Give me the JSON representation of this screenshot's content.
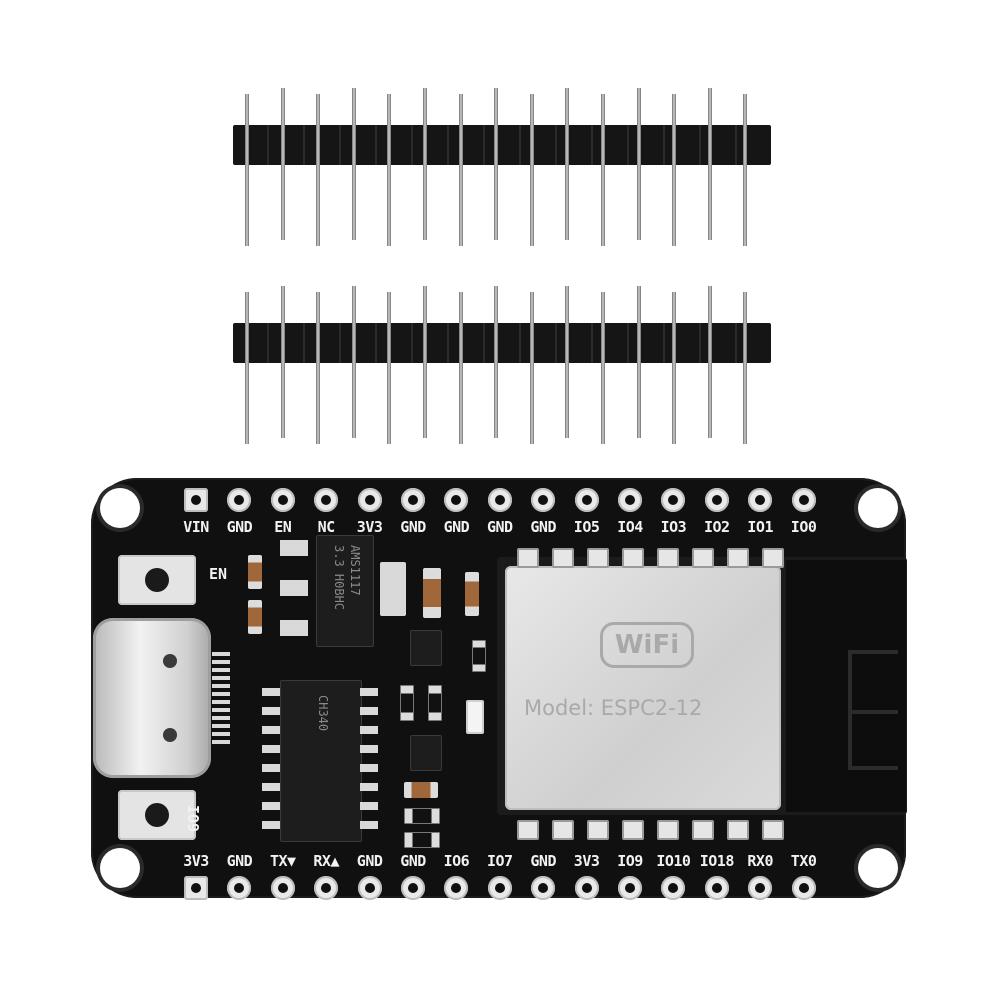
{
  "board": {
    "top_pins": [
      "VIN",
      "GND",
      "EN",
      "NC",
      "3V3",
      "GND",
      "GND",
      "GND",
      "GND",
      "IO5",
      "IO4",
      "IO3",
      "IO2",
      "IO1",
      "IO0"
    ],
    "bottom_pins": [
      "3V3",
      "GND",
      "TX▼",
      "RX▲",
      "GND",
      "GND",
      "IO6",
      "IO7",
      "GND",
      "3V3",
      "IO9",
      "IO10",
      "IO18",
      "RX0",
      "TX0"
    ],
    "en_button_label": "EN",
    "io9_button_label": "IO9",
    "regulator": {
      "line1": "AMS1117",
      "line2": "3.3 H0BHC"
    },
    "usb_chip_label": "CH340",
    "module": {
      "logo": "WiFi",
      "model": "Model: ESPC2-12"
    }
  },
  "colors": {
    "pcb": "#101010",
    "silkscreen": "#f2f2f2",
    "pad": "#e9e9e9",
    "shield": "#d8d8d8"
  },
  "header_strips": {
    "count": 2,
    "pins_per_strip": 15
  }
}
